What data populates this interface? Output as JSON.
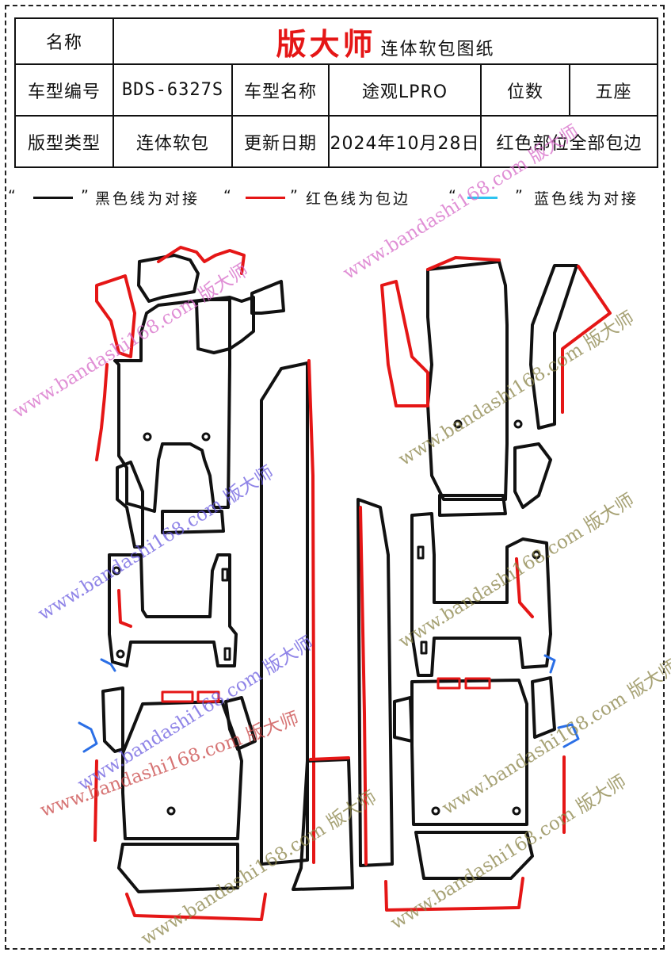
{
  "header": {
    "name_label": "名称",
    "brand": "版大师",
    "brand_subtitle": "连体软包图纸",
    "model_code_label": "车型编号",
    "model_code": "BDS-6327S",
    "model_name_label": "车型名称",
    "model_name": "途观LPRO",
    "seats_label": "位数",
    "seats": "五座",
    "pattern_type_label": "版型类型",
    "pattern_type": "连体软包",
    "update_date_label": "更新日期",
    "update_date": "2024年10月28日",
    "edge_note": "红色部位全部包边"
  },
  "legend": {
    "black_quote_open": "“",
    "black_quote_close": "”",
    "black_text": "黑色线为对接",
    "red_quote_open": "“",
    "red_quote_close": "”",
    "red_text": "红色线为包边",
    "blue_quote_open": "“",
    "blue_quote_close": "”",
    "blue_text": "蓝色线为对接"
  },
  "colors": {
    "join_black": "#111111",
    "binding_red": "#e51616",
    "join_blue": "#2b6fe6",
    "watermark_blue": "#6a5ce0",
    "watermark_red": "#c94545",
    "watermark_olive": "#8a8448",
    "watermark_pink": "#d66ac8"
  },
  "watermarks": [
    "www.bandashi168.com 版大师",
    "www.bandashi168.com 版大师",
    "www.bandashi168.com 版大师",
    "www.bandashi168.com 版大师",
    "www.bandashi168.com 版大师",
    "www.bandashi168.com 版大师",
    "www.bandashi168.com 版大师",
    "www.bandashi168.com 版大师",
    "www.bandashi168.com 版大师",
    "www.bandashi168.com 版大师"
  ]
}
